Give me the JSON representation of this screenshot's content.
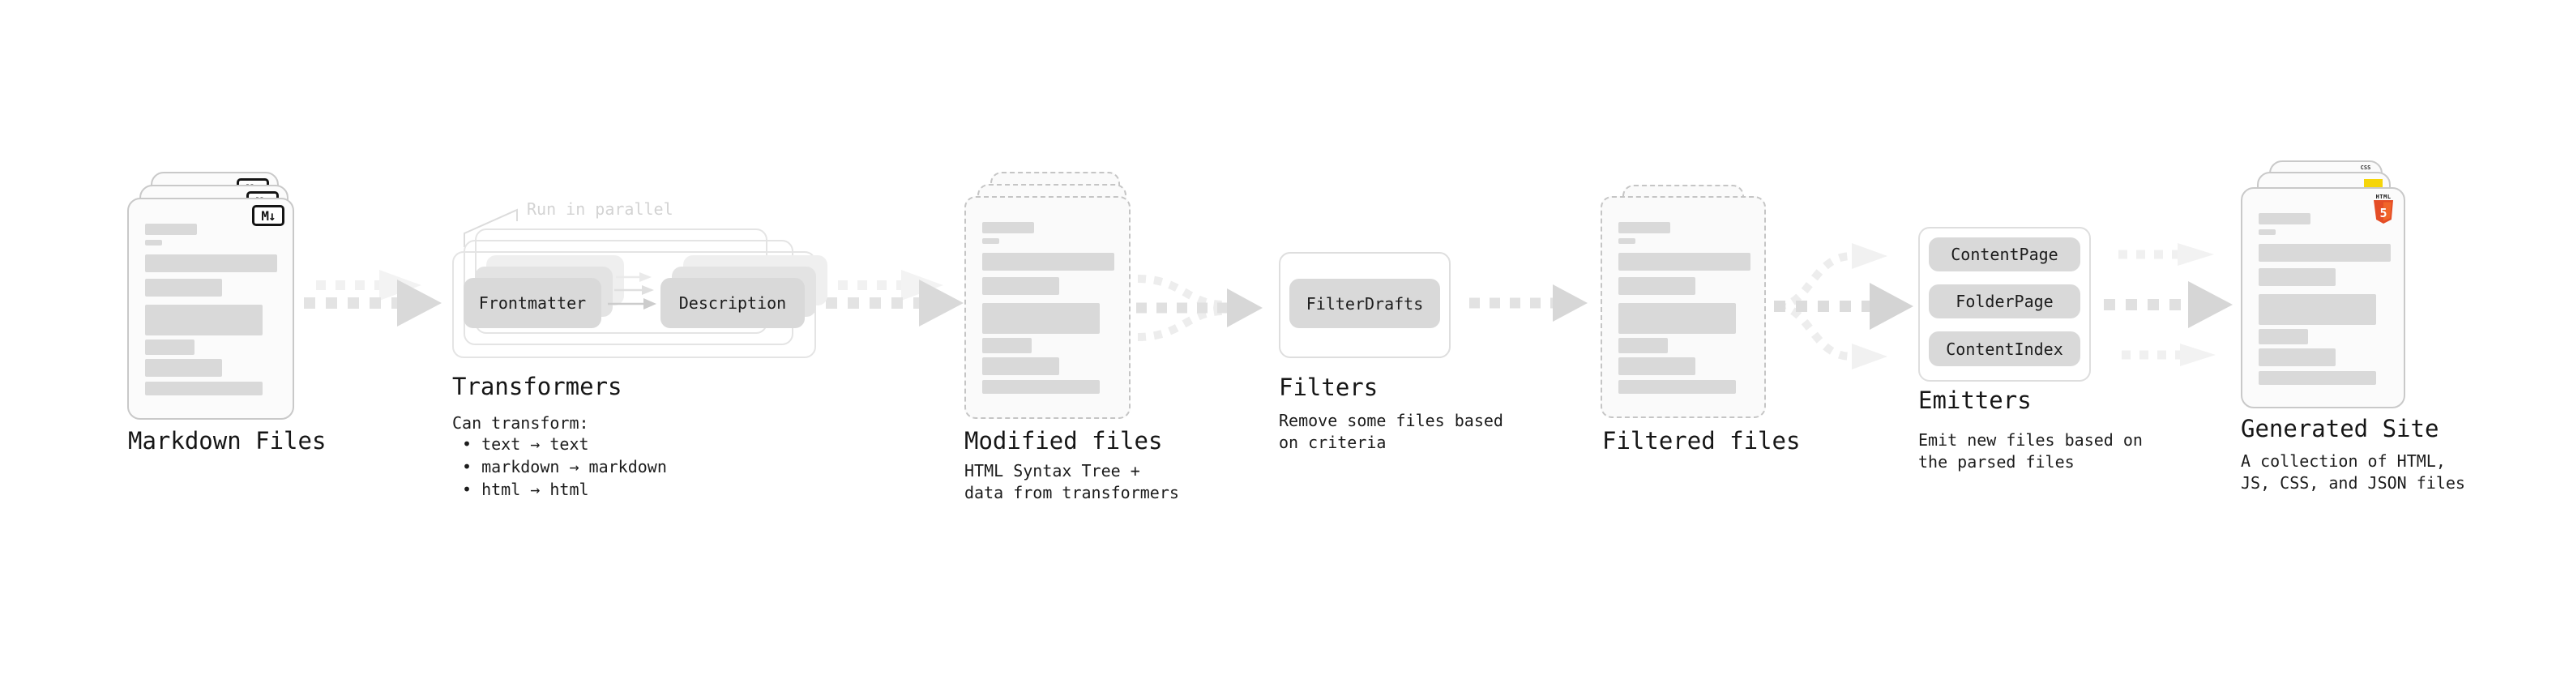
{
  "diagram": {
    "annotations": {
      "run_in_parallel": "Run in parallel"
    },
    "colors": {
      "bar_gray": "#d9d9d9",
      "html5_orange": "#e44d26",
      "html5_orange_light": "#f16529",
      "js_yellow": "#f5d50a",
      "css_blue": "#2862e9"
    },
    "stages": {
      "markdown_files": {
        "title": "Markdown Files",
        "file_badge": "M↓"
      },
      "transformers": {
        "title": "Transformers",
        "description_heading": "Can transform:",
        "bullets": [
          "text → text",
          "markdown → markdown",
          "html → html"
        ],
        "nodes": [
          "Frontmatter",
          "Description"
        ]
      },
      "modified_files": {
        "title": "Modified files",
        "description": "HTML Syntax Tree +\ndata from transformers"
      },
      "filters": {
        "title": "Filters",
        "description": "Remove some files based\non criteria",
        "nodes": [
          "FilterDrafts"
        ]
      },
      "filtered_files": {
        "title": "Filtered files"
      },
      "emitters": {
        "title": "Emitters",
        "description": "Emit new files based on\nthe parsed files",
        "nodes": [
          "ContentPage",
          "FolderPage",
          "ContentIndex"
        ]
      },
      "generated_site": {
        "title": "Generated Site",
        "description": "A collection of HTML,\nJS, CSS, and JSON files",
        "badges": {
          "html_label": "HTML",
          "html_number": "5",
          "css_label": "CSS"
        }
      }
    }
  }
}
